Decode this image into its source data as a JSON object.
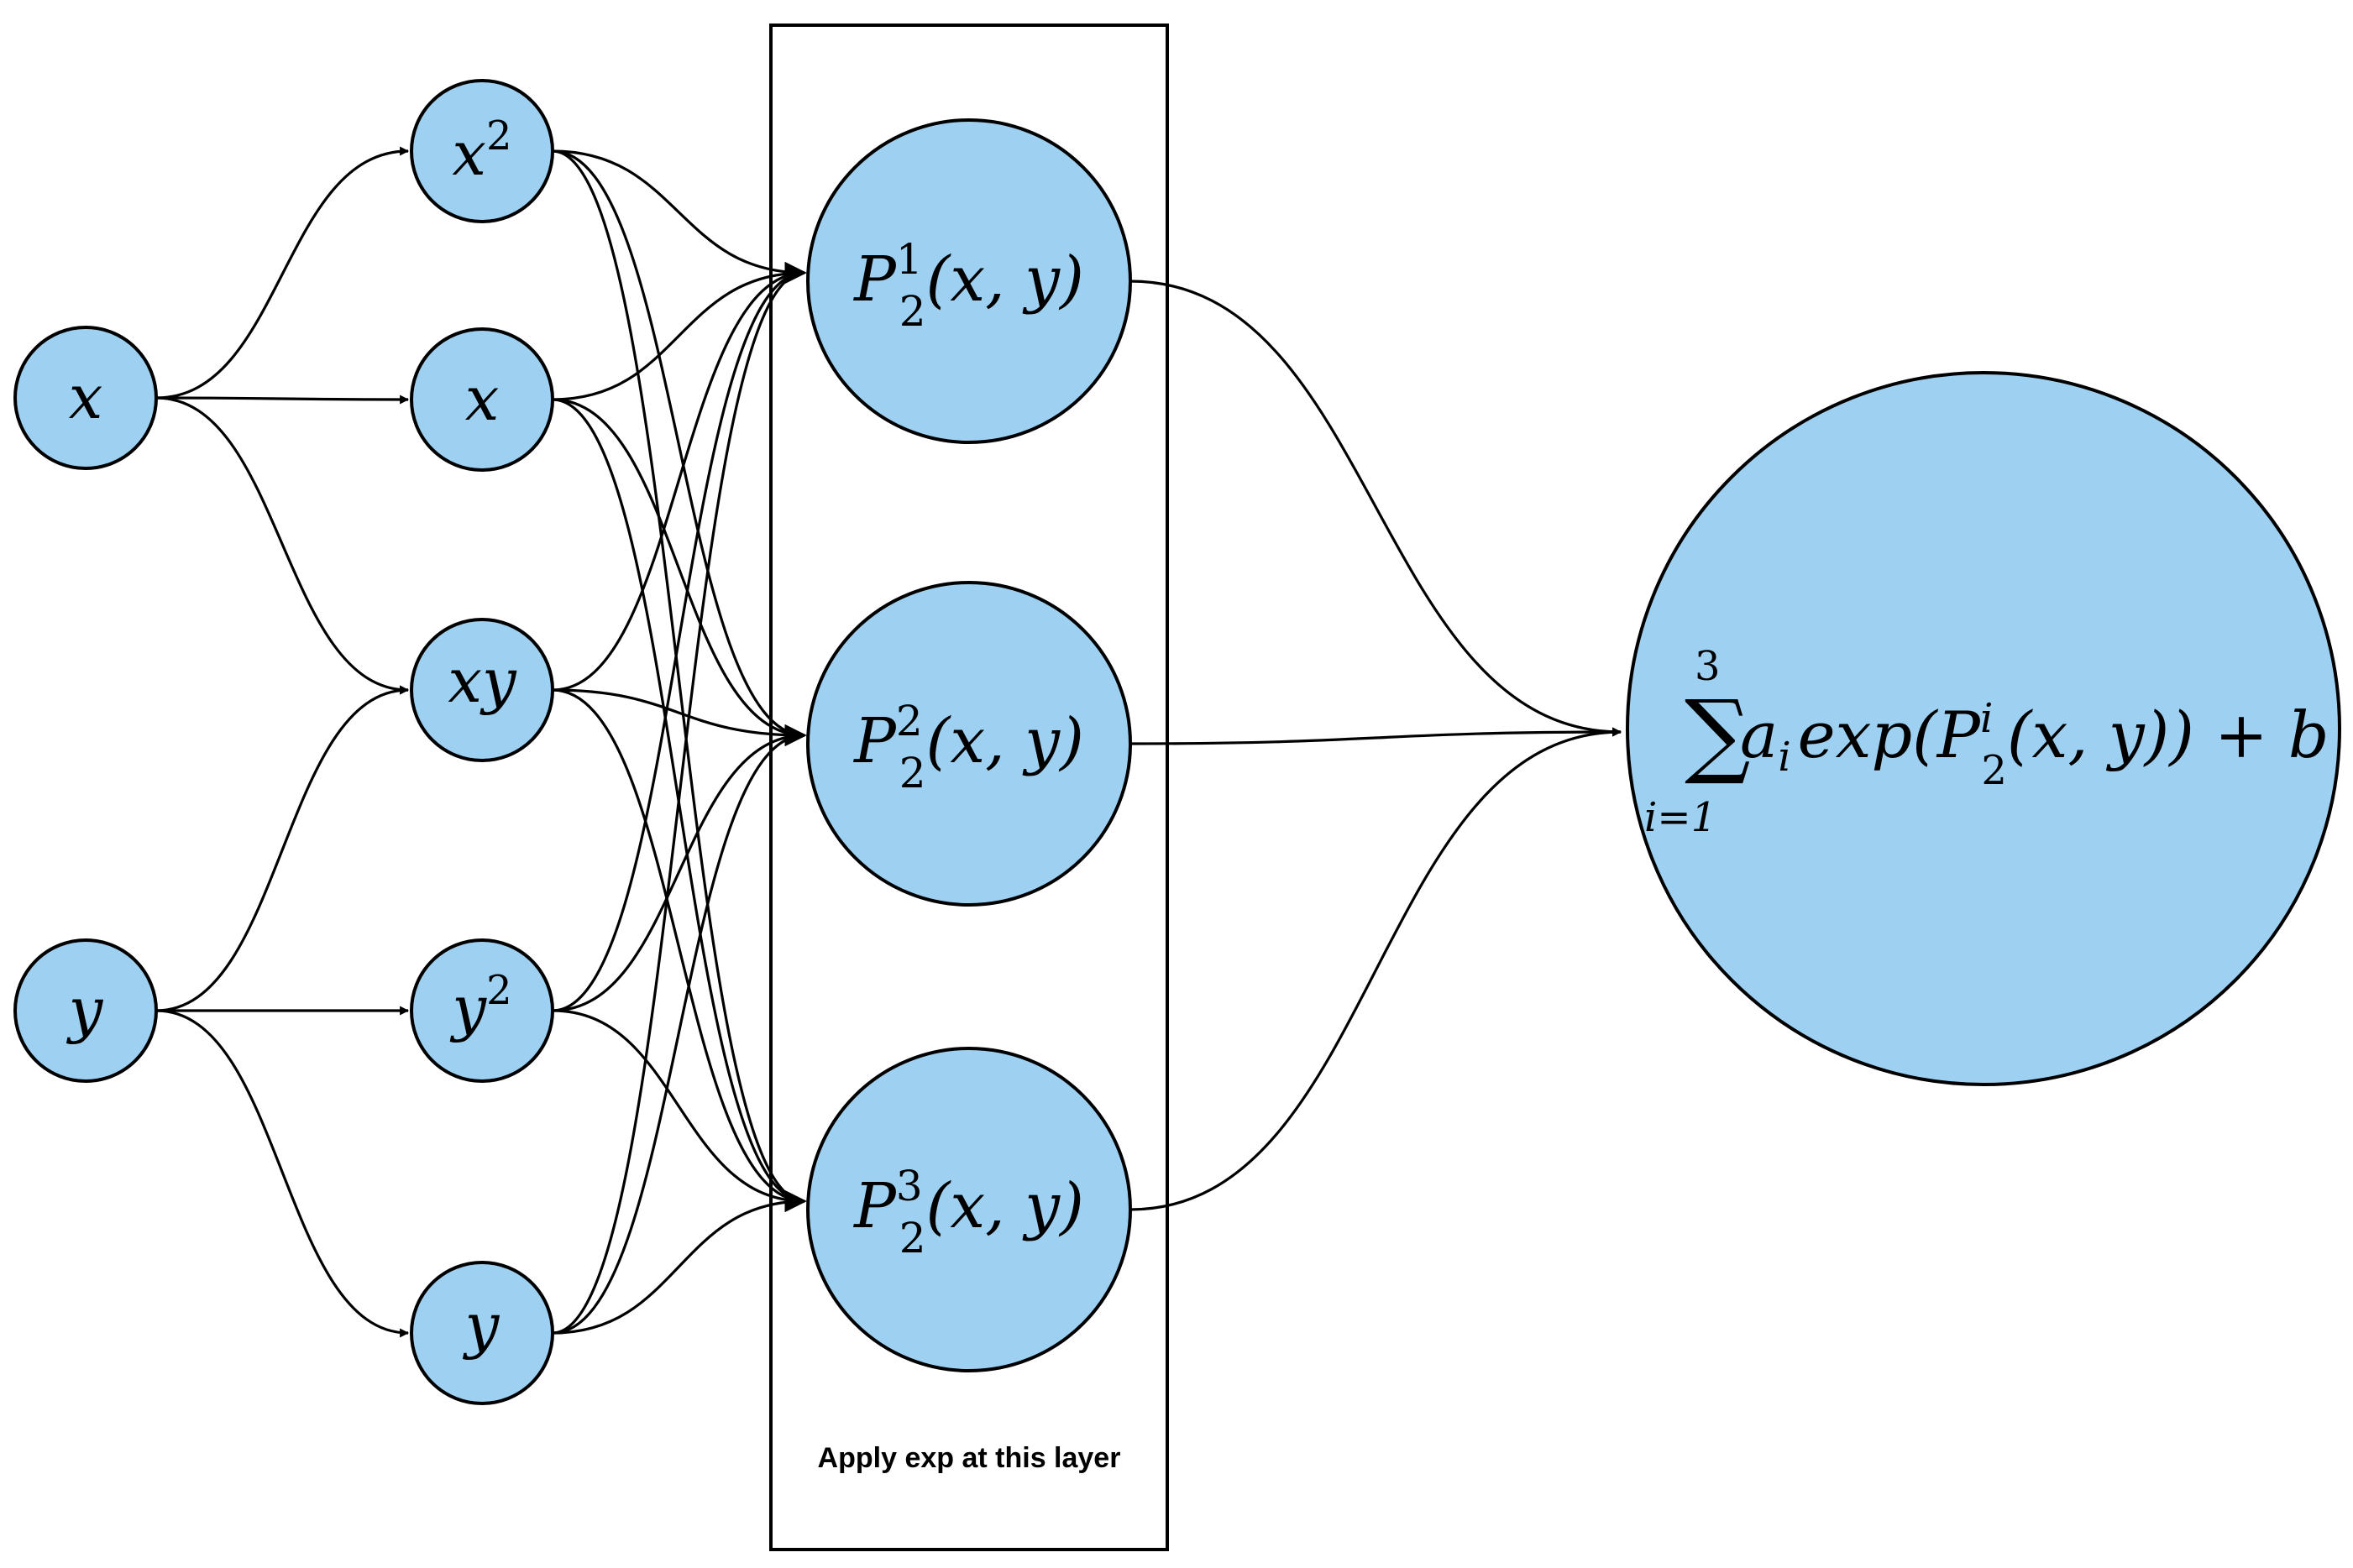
{
  "input_nodes": [
    {
      "id": "in-x",
      "base": "x",
      "sup": ""
    },
    {
      "id": "in-y",
      "base": "y",
      "sup": ""
    }
  ],
  "feature_nodes": [
    {
      "id": "f-x2",
      "base": "x",
      "sup": "2"
    },
    {
      "id": "f-x",
      "base": "x",
      "sup": ""
    },
    {
      "id": "f-xy",
      "base": "xy",
      "sup": ""
    },
    {
      "id": "f-y2",
      "base": "y",
      "sup": "2"
    },
    {
      "id": "f-y",
      "base": "y",
      "sup": ""
    }
  ],
  "poly_nodes": [
    {
      "id": "p1",
      "base": "P",
      "sup": "1",
      "sub": "2",
      "args": "(x, y)"
    },
    {
      "id": "p2",
      "base": "P",
      "sup": "2",
      "sub": "2",
      "args": "(x, y)"
    },
    {
      "id": "p3",
      "base": "P",
      "sup": "3",
      "sub": "2",
      "args": "(x, y)"
    }
  ],
  "output_node": {
    "sum_symbol": "∑",
    "sum_upper": "3",
    "sum_lower": "i=1",
    "coef": "a",
    "coef_sub": "i",
    "func": "exp(P",
    "func_sup": "i",
    "func_sub": "2",
    "func_rest": "(x, y)) + b"
  },
  "layer_box": {
    "caption": "Apply exp at this layer"
  },
  "colors": {
    "node_fill": "#9dd0f1",
    "stroke": "#000000"
  }
}
